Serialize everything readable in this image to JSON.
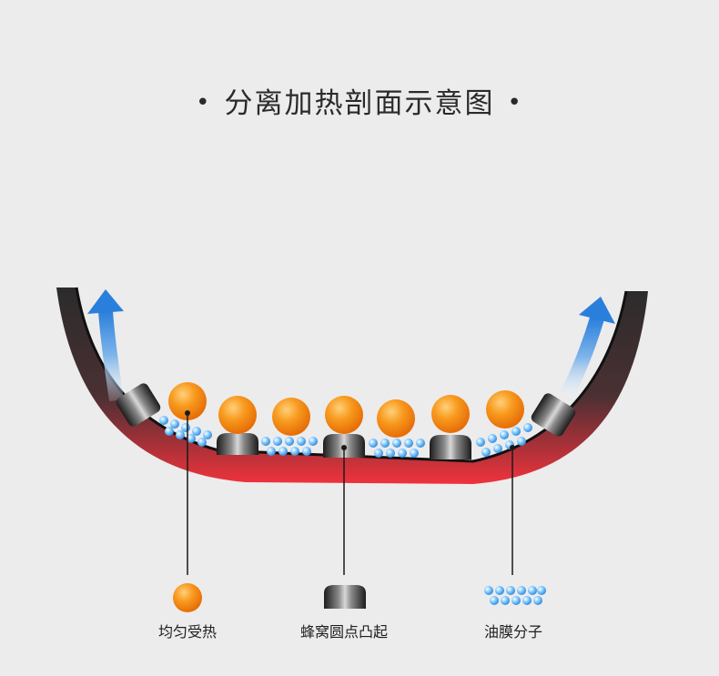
{
  "title": "分离加热剖面示意图",
  "title_decoration": "•",
  "legend": [
    {
      "id": "ball",
      "label": "均匀受热",
      "icon": "orange-ball-icon"
    },
    {
      "id": "bump",
      "label": "蜂窝圆点凸起",
      "icon": "honeycomb-bump-icon"
    },
    {
      "id": "oil",
      "label": "油膜分子",
      "icon": "oil-film-molecules-icon"
    }
  ],
  "colors": {
    "background": "#ececec",
    "pan_outer_red": "#e8363f",
    "pan_body_dark": "#3a3a3a",
    "ball_orange": "#f7941d",
    "oil_blue": "#4aa8f0",
    "arrow_blue": "#3b8de0"
  }
}
